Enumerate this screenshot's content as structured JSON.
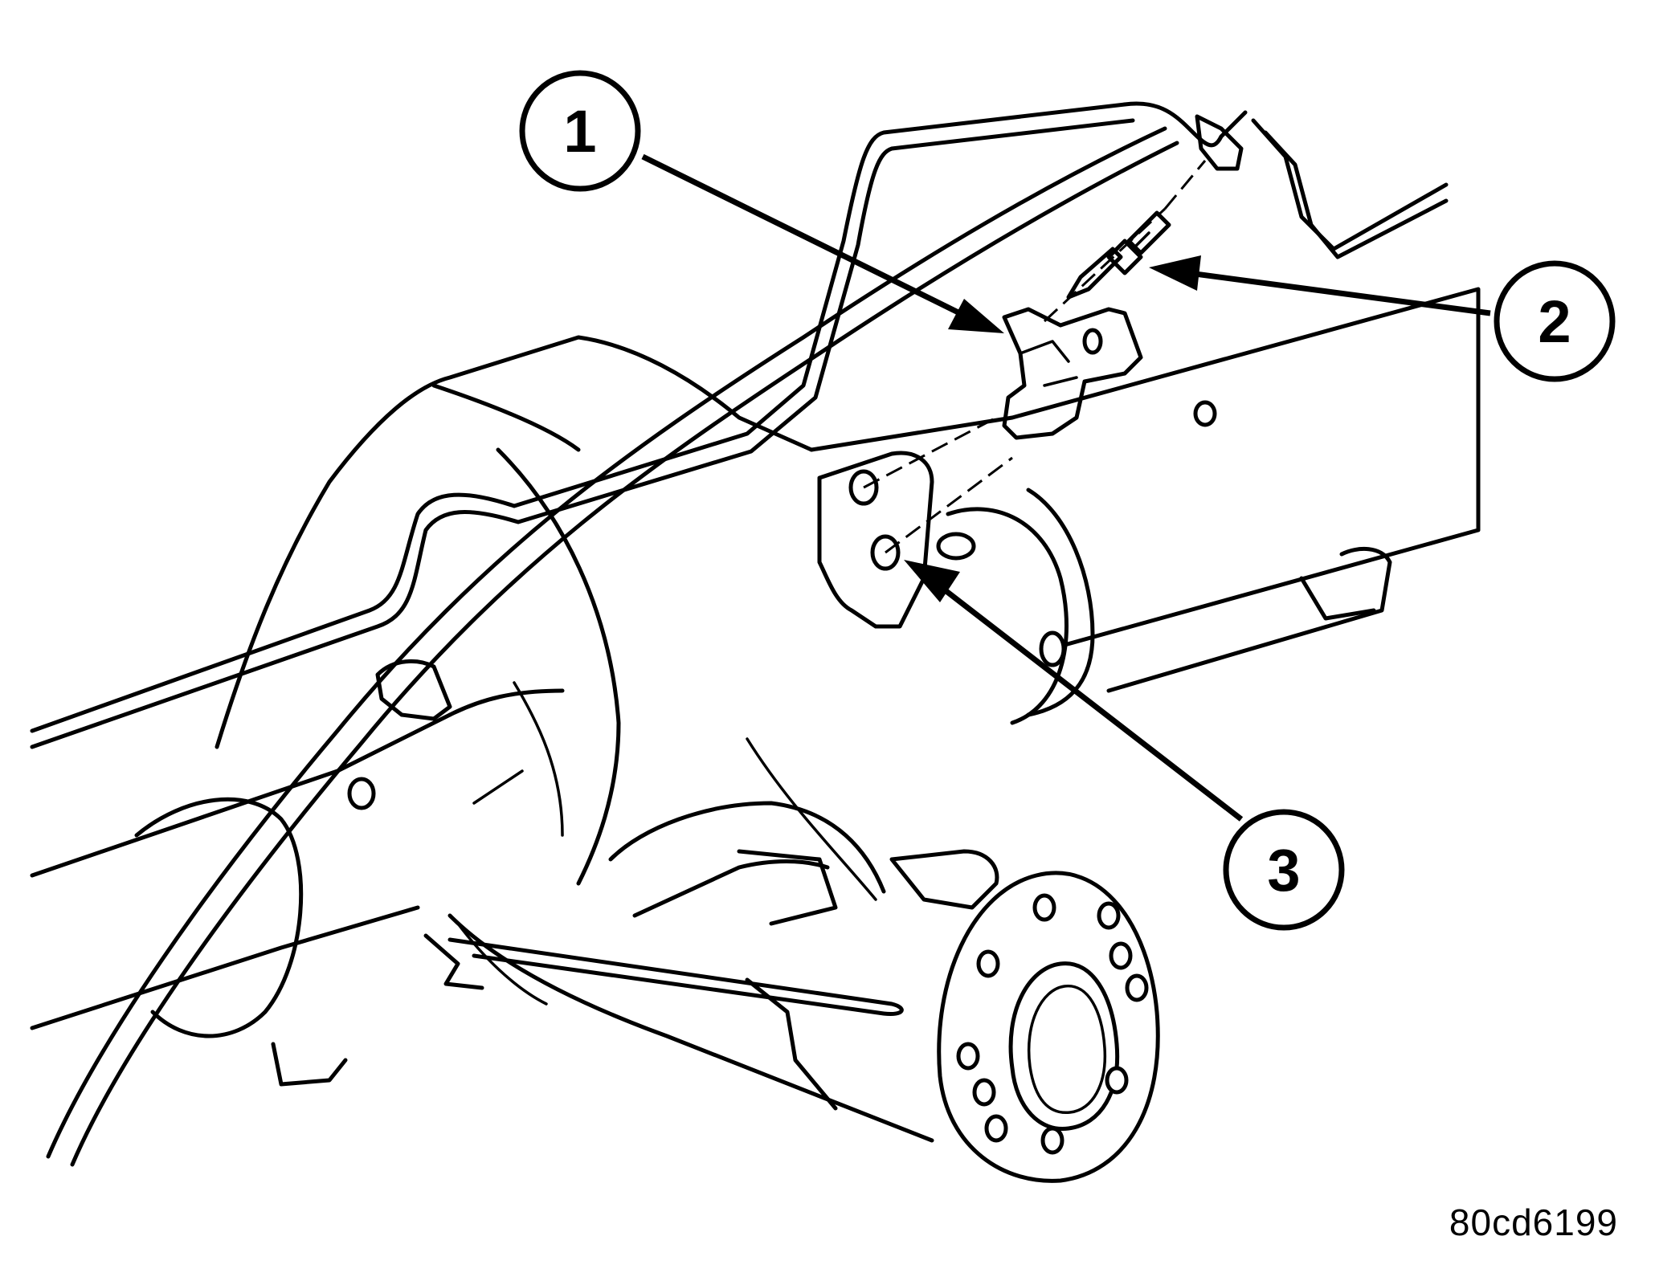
{
  "diagram": {
    "callouts": [
      {
        "label": "1"
      },
      {
        "label": "2"
      },
      {
        "label": "3"
      }
    ],
    "figure_code": "80cd6199"
  }
}
